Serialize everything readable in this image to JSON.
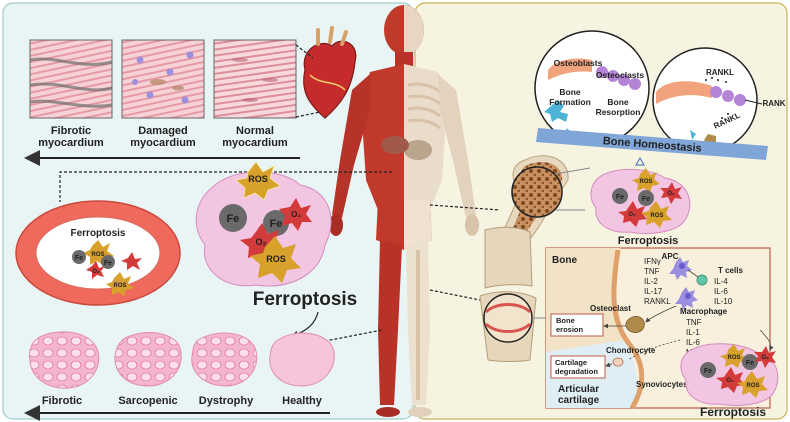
{
  "colors": {
    "left_panel_bg": "#e9f4f4",
    "right_panel_bg": "#f6f3e1",
    "ferroptosis_red": "#b52525",
    "cytokine_green": "#3a8a3a",
    "cytokine_blue": "#3a55a0",
    "homeostasis_bar": "#7fa6d6",
    "bone_label": "#7a5a2a",
    "cartilage_label": "#4a86b8",
    "ros_gold": "#d7a12c",
    "o2_red": "#d33b3b",
    "fe_gray": "#6a6a6a",
    "cell_pink": "#f2c6e2"
  },
  "myocardium": {
    "labels": [
      "Fibrotic\nmyocardium",
      "Damaged\nmyocardium",
      "Normal\nmyocardium"
    ]
  },
  "vessel": {
    "title": "Ferroptosis",
    "fe": "Fe",
    "ros": "ROS",
    "o2": "O₂"
  },
  "center_cell": {
    "title": "Ferroptosis",
    "fe": "Fe",
    "ros": "ROS",
    "o2": "O₂"
  },
  "muscle": {
    "labels": [
      "Fibrotic",
      "Sarcopenic",
      "Dystrophy",
      "Healthy"
    ]
  },
  "bone_homeostasis": {
    "osteoblasts": "Osteoblasts",
    "osteoclasts": "Osteoclasts",
    "bone_formation": "Bone\nFormation",
    "bone_resorption": "Bone\nResorption",
    "rankl_1": "RANKL",
    "rankl_2": "RANKL",
    "rank": "RANK",
    "bar_label": "Bone Homeostasis"
  },
  "bone_cell": {
    "title": "Ferroptosis",
    "fe": "Fe",
    "ros": "ROS",
    "o2": "O₂"
  },
  "joint": {
    "bone_label": "Bone",
    "apc": "APC",
    "t_cells": "T cells",
    "green_cytokines": [
      "IFNγ",
      "TNF",
      "IL-2",
      "IL-17",
      "RANKL"
    ],
    "tcell_cytokines": [
      "IL-4",
      "IL-6",
      "IL-10"
    ],
    "osteoclast": "Osteoclast",
    "macrophage": "Macrophage",
    "macro_cytokines": [
      "TNF",
      "IL-1",
      "IL-6",
      "MMPs"
    ],
    "bone_erosion": "Bone\nerosion",
    "chondrocyte": "Chondrocyte",
    "cartilage_degradation": "Cartilage\ndegradation",
    "synoviocytes": "Synoviocytes",
    "articular_cartilage": "Articular\ncartilage",
    "cell_title": "Ferroptosis",
    "fe": "Fe",
    "ros": "ROS",
    "o2": "O₂"
  }
}
